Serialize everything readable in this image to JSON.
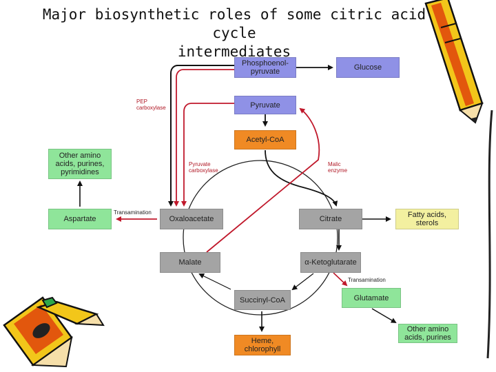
{
  "title": {
    "line1": "Major biosynthetic roles of some citric acid cycle",
    "line2": "intermediates"
  },
  "colors": {
    "blue": "#8f91e6",
    "orange": "#f08a24",
    "gray": "#a4a4a4",
    "green": "#8fe59a",
    "yellow": "#f3f0a0",
    "red_arrow": "#c0182b",
    "black_arrow": "#111111"
  },
  "nodes": {
    "pep": "Phosphoenol-pyruvate",
    "glucose": "Glucose",
    "pyruvate": "Pyruvate",
    "acetyl_coa": "Acetyl-CoA",
    "other_amino_top": "Other amino acids, purines, pyrimidines",
    "aspartate": "Aspartate",
    "oxaloacetate": "Oxaloacetate",
    "citrate": "Citrate",
    "fatty_acids": "Fatty acids, sterols",
    "malate": "Malate",
    "alpha_kg": "α-Ketoglutarate",
    "succinyl_coa": "Succinyl-CoA",
    "glutamate": "Glutamate",
    "other_amino_bottom": "Other amino acids, purines",
    "heme": "Heme, chlorophyll"
  },
  "labels": {
    "pep_carboxylase": "PEP carboxylase",
    "pyruvate_carboxylase": "Pyruvate carboxylase",
    "malic_enzyme": "Malic enzyme",
    "transamination_left": "Transamination",
    "transamination_right": "Transamination"
  },
  "decor": [
    "pencil-top-right-icon",
    "pencils-bottom-left-icon"
  ]
}
